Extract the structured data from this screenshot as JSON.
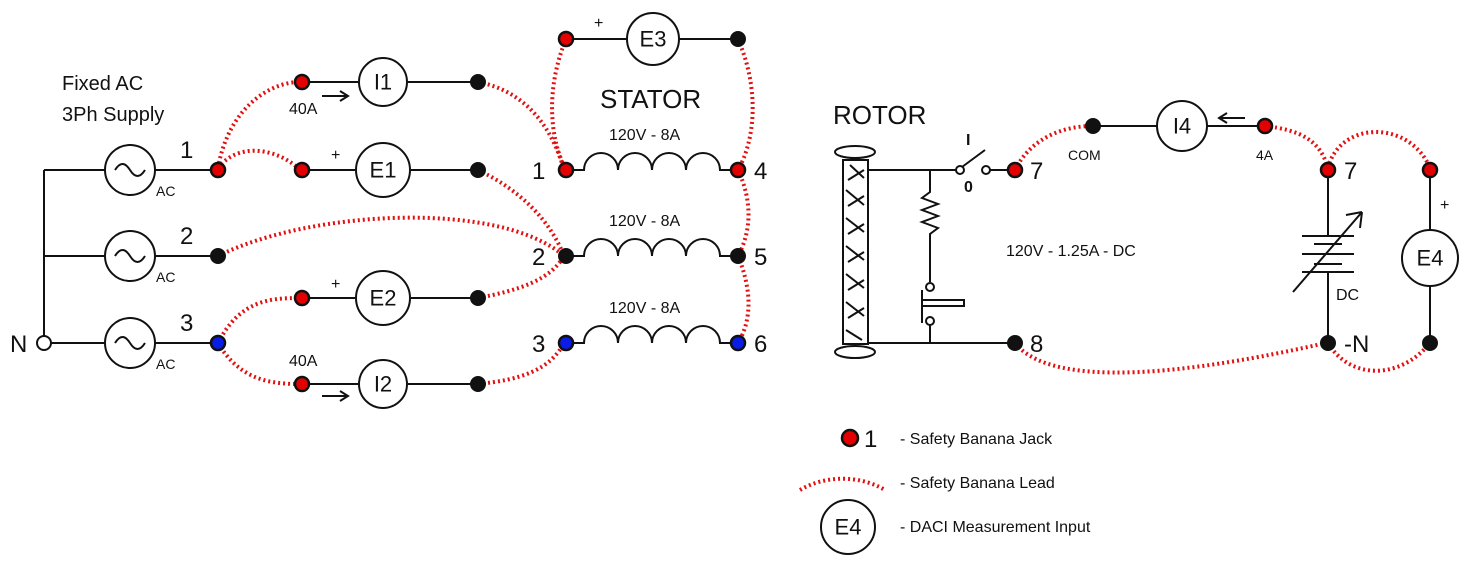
{
  "supply": {
    "title_line1": "Fixed AC",
    "title_line2": "3Ph Supply",
    "neutral": "N",
    "phases": [
      {
        "num": "1",
        "type": "AC"
      },
      {
        "num": "2",
        "type": "AC"
      },
      {
        "num": "3",
        "type": "AC"
      }
    ]
  },
  "meters": {
    "i1": {
      "name": "I1",
      "rating": "40A"
    },
    "i2": {
      "name": "I2",
      "rating": "40A"
    },
    "e1": {
      "name": "E1",
      "polarity": "+"
    },
    "e2": {
      "name": "E2",
      "polarity": "+"
    },
    "e3": {
      "name": "E3",
      "polarity": "+"
    },
    "i4": {
      "name": "I4",
      "rating": "4A",
      "com": "COM"
    },
    "e4": {
      "name": "E4",
      "polarity": "+"
    }
  },
  "stator": {
    "title": "STATOR",
    "windings": [
      {
        "rating": "120V - 8A",
        "start": "1",
        "end": "4"
      },
      {
        "rating": "120V - 8A",
        "start": "2",
        "end": "5"
      },
      {
        "rating": "120V - 8A",
        "start": "3",
        "end": "6"
      }
    ]
  },
  "rotor": {
    "title": "ROTOR",
    "switch_on": "I",
    "switch_off": "0",
    "terminal_7": "7",
    "terminal_8": "8",
    "rating": "120V - 1.25A - DC"
  },
  "dc_supply": {
    "terminal_pos": "7",
    "terminal_neg": "-N",
    "type": "DC"
  },
  "legend": {
    "jack_number": "1",
    "jack_text": "- Safety Banana Jack",
    "lead_text": "- Safety Banana Lead",
    "meter_symbol": "E4",
    "meter_text": "- DACI Measurement Input"
  },
  "colors": {
    "jack_red": "#e30000",
    "jack_blue": "#0a1de6",
    "jack_black": "#111111",
    "lead": "#e31010"
  }
}
